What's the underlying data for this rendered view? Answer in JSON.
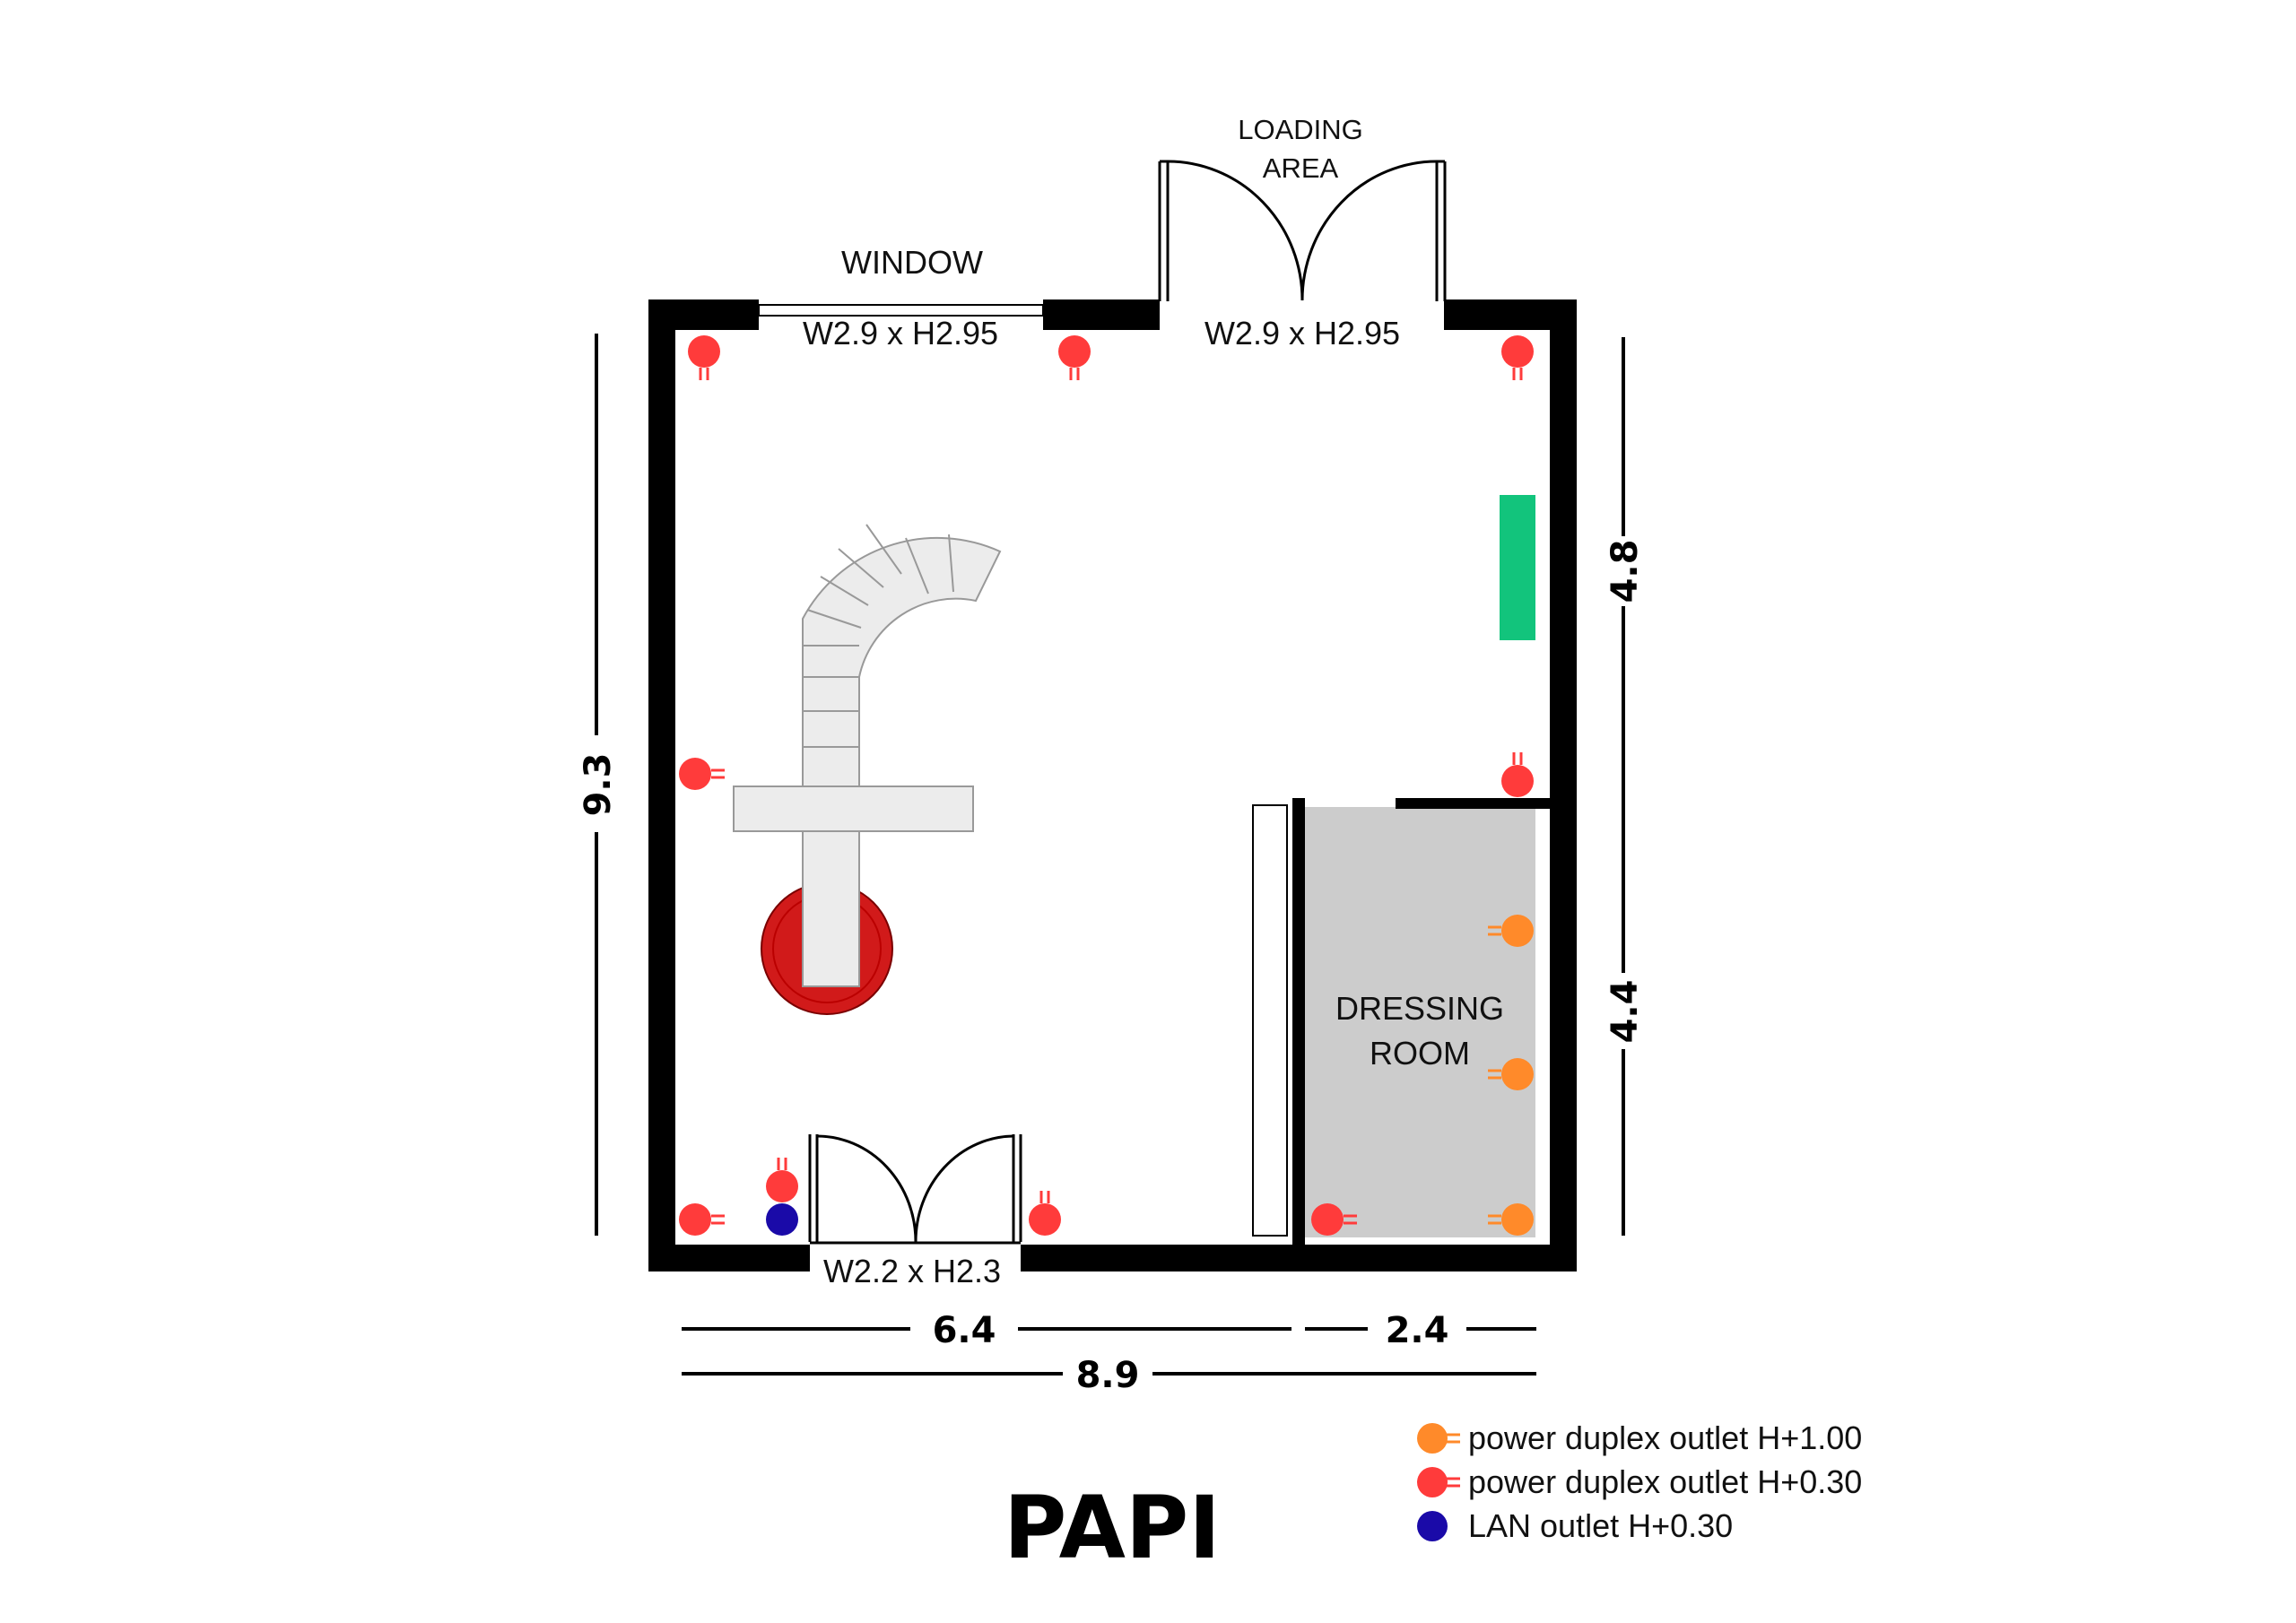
{
  "title": "PAPI",
  "labels": {
    "window": "WINDOW",
    "window_size": "W2.9 x H2.95",
    "loading_area_line1": "LOADING",
    "loading_area_line2": "AREA",
    "loading_area_size": "W2.9 x H2.95",
    "entrance_size": "W2.2 x H2.3",
    "dressing_line1": "DRESSING",
    "dressing_line2": "ROOM"
  },
  "dimensions": {
    "left_height": "9.3",
    "right_upper": "4.8",
    "right_lower": "4.4",
    "bottom_left": "6.4",
    "bottom_right": "2.4",
    "bottom_total": "8.9"
  },
  "legend": [
    {
      "label": "power duplex outlet H+1.00",
      "color": "#ff8a2a",
      "icon": "power-outlet-icon"
    },
    {
      "label": "power duplex outlet H+0.30",
      "color": "#ff3b3b",
      "icon": "power-outlet-icon"
    },
    {
      "label": "LAN outlet H+0.30",
      "color": "#1a0aa8",
      "icon": "lan-outlet-icon"
    }
  ],
  "colors": {
    "wall": "#000000",
    "dressing_room": "#cccccc",
    "stair": "#ececec",
    "green_panel": "#12c47c",
    "red_platform": "#d11a1a",
    "outlet_red": "#ff3b3b",
    "outlet_orange": "#ff8a2a",
    "outlet_lan": "#1a0aa8"
  }
}
